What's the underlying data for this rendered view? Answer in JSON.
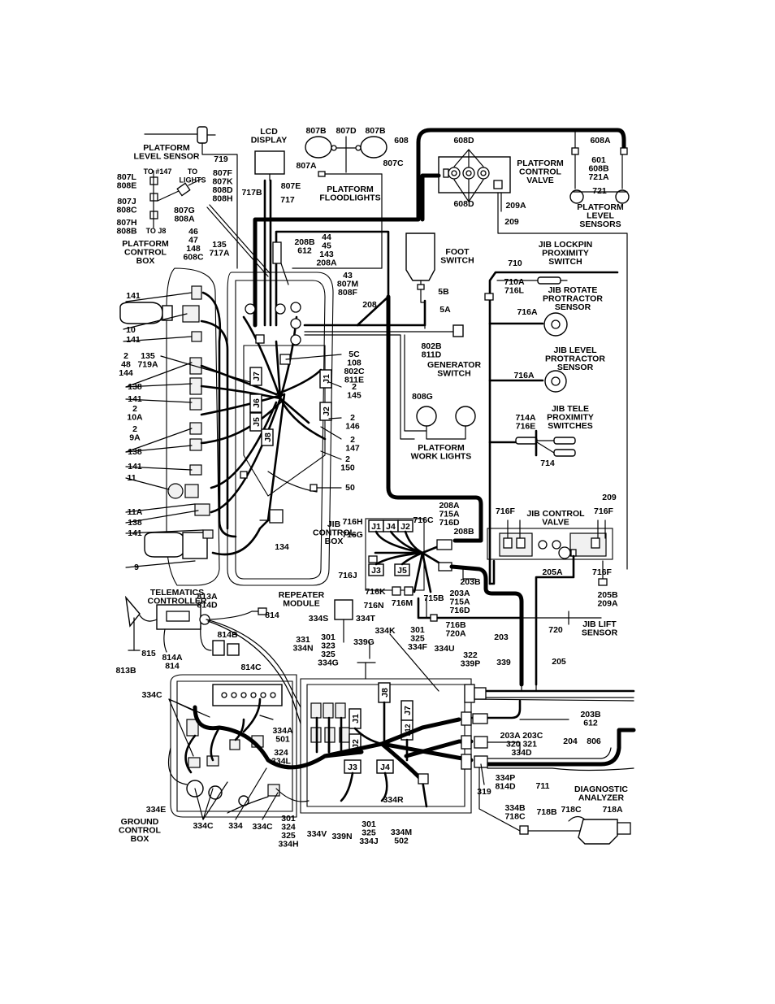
{
  "components": {
    "platform_level_sensor": "PLATFORM\nLEVEL SENSOR",
    "lcd_display": "LCD\nDISPLAY",
    "platform_control_valve": "PLATFORM\nCONTROL\nVALVE",
    "platform_level_sensors": "PLATFORM\nLEVEL\nSENSORS",
    "platform_floodlights": "PLATFORM\nFLOODLIGHTS",
    "platform_control_box": "PLATFORM\nCONTROL\nBOX",
    "foot_switch": "FOOT\nSWITCH",
    "jib_lockpin_switch": "JIB LOCKPIN\nPROXIMITY\nSWITCH",
    "jib_rotate_sensor": "JIB ROTATE\nPROTRACTOR\nSENSOR",
    "jib_level_sensor": "JIB LEVEL\nPROTRACTOR\nSENSOR",
    "jib_tele_switches": "JIB TELE\nPROXIMITY\nSWITCHES",
    "generator_switch": "GENERATOR\nSWITCH",
    "platform_work_lights": "PLATFORM\nWORK LIGHTS",
    "jib_control_box": "JIB\nCONTROL\nBOX",
    "jib_control_valve": "JIB CONTROL\nVALVE",
    "telematics_controller": "TELEMATICS\nCONTROLLER",
    "repeater_module": "REPEATER\nMODULE",
    "jib_lift_sensor": "JIB LIFT\nSENSOR",
    "diagnostic_analyzer": "DIAGNOSTIC\nANALYZER",
    "ground_control_box": "GROUND\nCONTROL\nBOX"
  },
  "connectors": {
    "platform_box": [
      "J1",
      "J2",
      "J5",
      "J6",
      "J7",
      "J8"
    ],
    "jib_box": [
      "J1",
      "J4",
      "J2",
      "J3",
      "J5"
    ],
    "ground_box": [
      "J1",
      "J2",
      "J3",
      "J4",
      "J7",
      "J8",
      "J12"
    ]
  },
  "callouts": {
    "c_719": "719",
    "c_717b": "717B",
    "c_717": "717",
    "c_807b_1": "807B",
    "c_807d": "807D",
    "c_807b_2": "807B",
    "c_807a": "807A",
    "c_807c": "807C",
    "c_807e": "807E",
    "c_608": "608",
    "c_608d_top": "608D",
    "c_608d_bot": "608D",
    "c_608a": "608A",
    "c_601": "601\n608B\n721A",
    "c_721": "721",
    "c_209a": "209A",
    "c_209_top": "209",
    "c_to147": "TO #147",
    "c_tolights": "TO\nLIGHTS",
    "c_toj8": "TO J8",
    "c_807l": "807L\n808E",
    "c_807j": "807J\n808C",
    "c_807h": "807H\n808B",
    "c_807f": "807F\n807K\n808D\n808H",
    "c_807g": "807G\n808A",
    "c_46": "46\n47\n148\n608C",
    "c_135_717a": "135\n717A",
    "c_208b_612": "208B\n612",
    "c_44": "44\n45\n143\n208A",
    "c_43": "43\n807M\n808F",
    "c_208": "208",
    "c_5b": "5B",
    "c_5a": "5A",
    "c_710": "710",
    "c_710a": "710A\n716L",
    "c_716a_1": "716A",
    "c_716a_2": "716A",
    "c_714a": "714A\n716E",
    "c_714": "714",
    "c_802b": "802B\n811D",
    "c_5c": "5C\n108\n802C\n811E",
    "c_808g": "808G",
    "c_141a": "141",
    "c_10": "10",
    "c_141b": "141",
    "c_135_719a": "135\n719A",
    "c_2_48": "2\n48\n144",
    "c_138a": "138",
    "c_141c": "141",
    "c_2_10a": "2\n10A",
    "c_2_9a": "2\n9A",
    "c_138b": "138",
    "c_141d": "141",
    "c_11": "11",
    "c_11a": "11A",
    "c_138c": "138",
    "c_141e": "141",
    "c_9": "9",
    "c_134": "134",
    "c_2_145": "2\n145",
    "c_2_146": "2\n146",
    "c_2_147": "2\n147",
    "c_2_150": "2\n150",
    "c_50": "50",
    "c_208a_grp": "208A\n715A\n716D",
    "c_716h": "716H",
    "c_716c": "716C",
    "c_208b": "208B",
    "c_716g": "716G",
    "c_716j": "716J",
    "c_716k": "716K",
    "c_716n": "716N",
    "c_716m": "716M",
    "c_715b": "715B",
    "c_203b_jib": "203B",
    "c_203a_grp": "203A\n715A\n716D",
    "c_716f_l": "716F",
    "c_716f_r": "716F",
    "c_205a": "205A",
    "c_716f_b": "716F",
    "c_209_side": "209",
    "c_205b": "205B\n209A",
    "c_716b": "716B\n720A",
    "c_720": "720",
    "c_203": "203",
    "c_205": "205",
    "c_813a": "813A\n814D",
    "c_814": "814",
    "c_814b": "814B",
    "c_815": "815",
    "c_814a": "814A\n814",
    "c_814c": "814C",
    "c_813b": "813B",
    "c_334s": "334S",
    "c_334t": "334T",
    "c_331": "331\n334N",
    "c_301_323": "301\n323\n325\n334G",
    "c_339g": "339G",
    "c_334k": "334K",
    "c_301_325": "301\n325\n334F",
    "c_334u": "334U",
    "c_322": "322\n339P",
    "c_339": "339",
    "c_334c_1": "334C",
    "c_334a": "334A\n501",
    "c_324": "324\n334L",
    "c_203b_612": "203B\n612",
    "c_203a_203c": "203A 203C\n320 321\n334D",
    "c_204": "204",
    "c_806": "806",
    "c_319": "319",
    "c_334p": "334P\n814D",
    "c_711": "711",
    "c_334e": "334E",
    "c_334c_2": "334C",
    "c_334": "334",
    "c_334c_3": "334C",
    "c_301_324": "301\n324\n325\n334H",
    "c_334v": "334V",
    "c_339n": "339N",
    "c_301_325b": "301\n325\n334J",
    "c_334m": "334M\n502",
    "c_334r": "334R",
    "c_334b": "334B\n718C",
    "c_718b": "718B",
    "c_718c": "718C",
    "c_718a": "718A"
  },
  "colors": {
    "ink": "#000000",
    "paper": "#ffffff"
  }
}
